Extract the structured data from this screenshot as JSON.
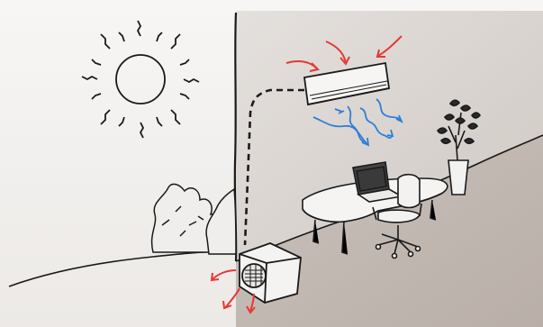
{
  "scene": {
    "elements": {
      "sun": "sun-icon",
      "indoor_unit": "air-conditioner-indoor-unit",
      "outdoor_unit": "air-conditioner-outdoor-unit",
      "desk": "office-desk",
      "laptop": "laptop-icon",
      "chair": "office-chair",
      "plant": "potted-plant",
      "bushes": "shrubs",
      "connection": "refrigerant-line"
    },
    "colors": {
      "wall": "#d9d4d0",
      "sky": "#f2f0ee",
      "floor": "#c8c0ba",
      "ink": "#1a1a1a",
      "warm_arrows": "#e53935",
      "cool_arrows": "#2f7fd6"
    }
  }
}
